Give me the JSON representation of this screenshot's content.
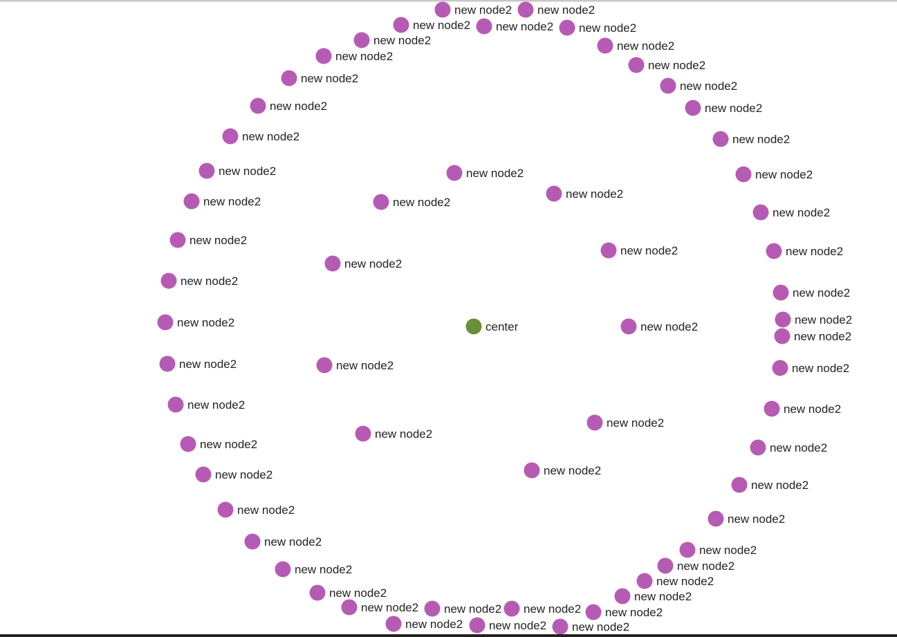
{
  "graph": {
    "center": {
      "label": "center",
      "color": "#6a8f3a"
    },
    "node_color": "#b65bb4",
    "nodes": [
      "new node2",
      "new node2",
      "new node2",
      "new node2",
      "new node2",
      "new node2",
      "new node2",
      "new node2",
      "new node2",
      "new node2",
      "new node2",
      "new node2",
      "new node2",
      "new node2",
      "new node2",
      "new node2",
      "new node2",
      "new node2",
      "new node2",
      "new node2",
      "new node2",
      "new node2",
      "new node2",
      "new node2",
      "new node2",
      "new node2",
      "new node2",
      "new node2",
      "new node2",
      "new node2",
      "new node2",
      "new node2",
      "new node2",
      "new node2",
      "new node2",
      "new node2",
      "new node2",
      "new node2",
      "new node2",
      "new node2",
      "new node2",
      "new node2",
      "new node2",
      "new node2",
      "new node2",
      "new node2",
      "new node2",
      "new node2",
      "new node2",
      "new node2",
      "new node2",
      "new node2",
      "new node2",
      "new node2",
      "new node2",
      "new node2",
      "new node2",
      "new node2",
      "new node2",
      "new node2"
    ]
  }
}
